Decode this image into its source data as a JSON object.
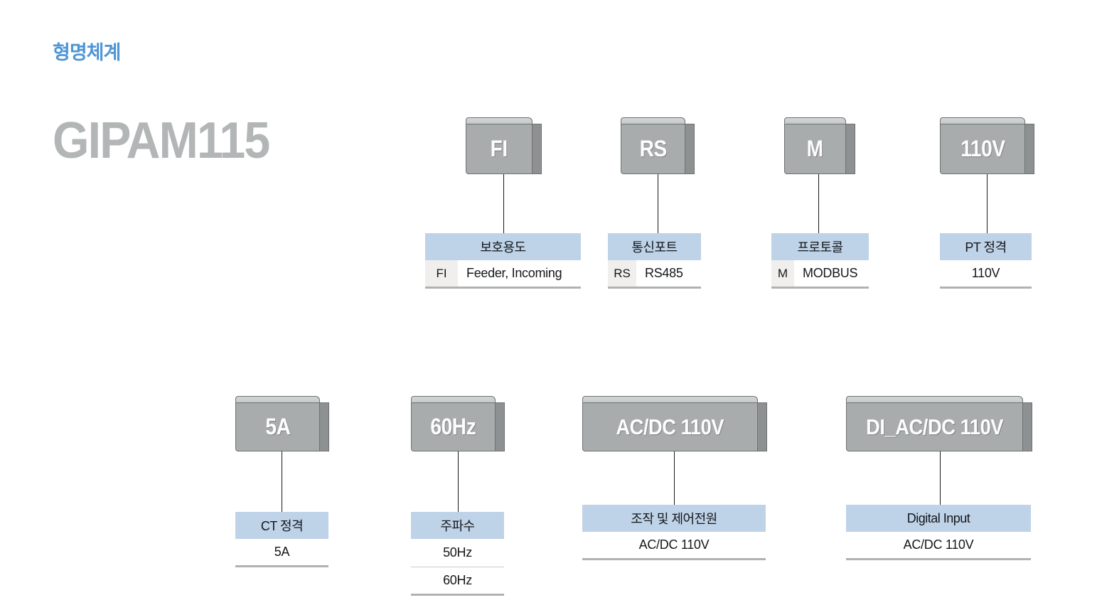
{
  "page": {
    "section_title": "형명체계",
    "model_name": "GIPAM115",
    "colors": {
      "title_blue": "#4f96d6",
      "model_gray": "#b3b6b6",
      "header_blue": "#bed2e8",
      "box_face": "#a9acac",
      "box_side": "#8e9191",
      "box_bevel": "#c9cccc",
      "row_border": "#b0b2b2",
      "code_cell_bg": "#f0efed"
    }
  },
  "groups": [
    {
      "id": "protection-use",
      "box_label": "FI",
      "header": "보호용도",
      "rows": [
        {
          "code": "FI",
          "value": "Feeder, Incoming"
        }
      ]
    },
    {
      "id": "comm-port",
      "box_label": "RS",
      "header": "통신포트",
      "rows": [
        {
          "code": "RS",
          "value": "RS485"
        }
      ]
    },
    {
      "id": "protocol",
      "box_label": "M",
      "header": "프로토콜",
      "rows": [
        {
          "code": "M",
          "value": "MODBUS"
        }
      ]
    },
    {
      "id": "pt-rating",
      "box_label": "110V",
      "header": "PT 정격",
      "rows": [
        {
          "code": "",
          "value": "110V"
        }
      ]
    },
    {
      "id": "ct-rating",
      "box_label": "5A",
      "header": "CT 정격",
      "rows": [
        {
          "code": "",
          "value": "5A"
        }
      ]
    },
    {
      "id": "frequency",
      "box_label": "60Hz",
      "header": "주파수",
      "rows": [
        {
          "code": "",
          "value": "50Hz"
        },
        {
          "code": "",
          "value": "60Hz"
        }
      ]
    },
    {
      "id": "control-power",
      "box_label": "AC/DC 110V",
      "header": "조작 및 제어전원",
      "rows": [
        {
          "code": "",
          "value": "AC/DC 110V"
        }
      ]
    },
    {
      "id": "digital-input",
      "box_label": "DI_AC/DC 110V",
      "header": "Digital Input",
      "rows": [
        {
          "code": "",
          "value": "AC/DC 110V"
        }
      ]
    }
  ]
}
